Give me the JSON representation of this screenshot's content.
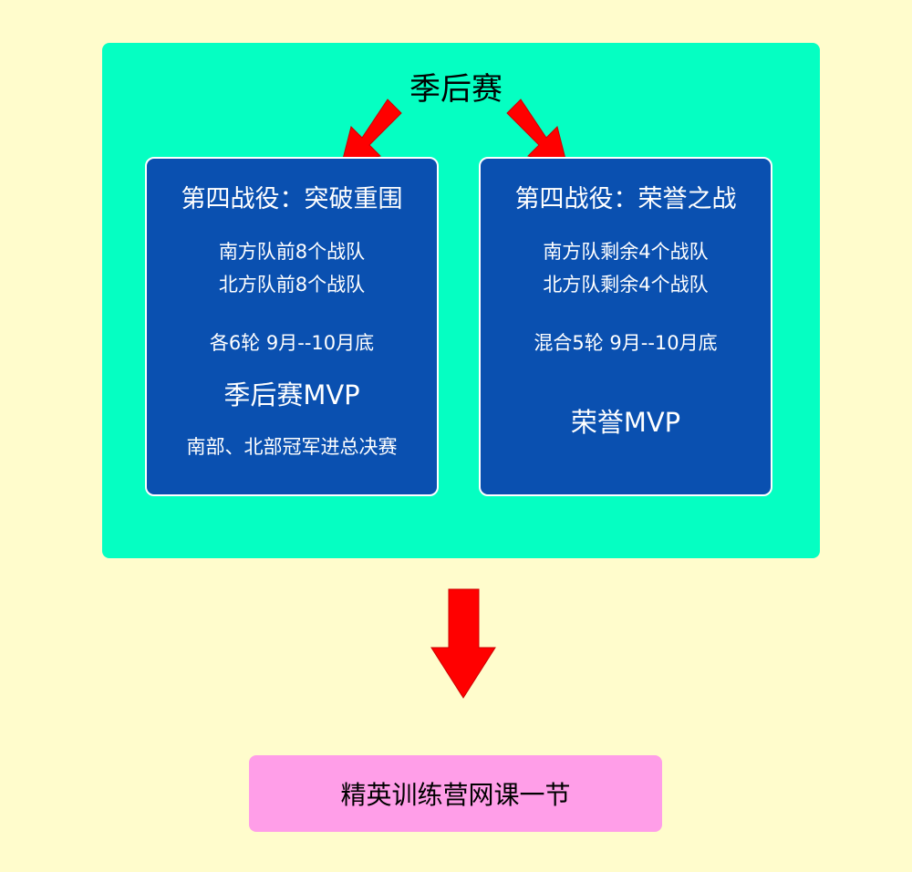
{
  "title": "季后赛",
  "left_box": {
    "heading": "第四战役：突破重围",
    "line1": "南方队前8个战队",
    "line2": "北方队前8个战队",
    "line3": "各6轮 9月--10月底",
    "mvp": "季后赛MVP",
    "line4": "南部、北部冠军进总决赛"
  },
  "right_box": {
    "heading": "第四战役：荣誉之战",
    "line1": "南方队剩余4个战队",
    "line2": "北方队剩余4个战队",
    "line3": "混合5轮 9月--10月底",
    "mvp": "荣誉MVP"
  },
  "bottom_box": {
    "label": "精英训练营网课一节"
  },
  "colors": {
    "background": "#fffccc",
    "panel": "#05ffc2",
    "box": "#0a50b0",
    "arrow": "#ff0000",
    "bottom_box": "#ff9ee8"
  }
}
